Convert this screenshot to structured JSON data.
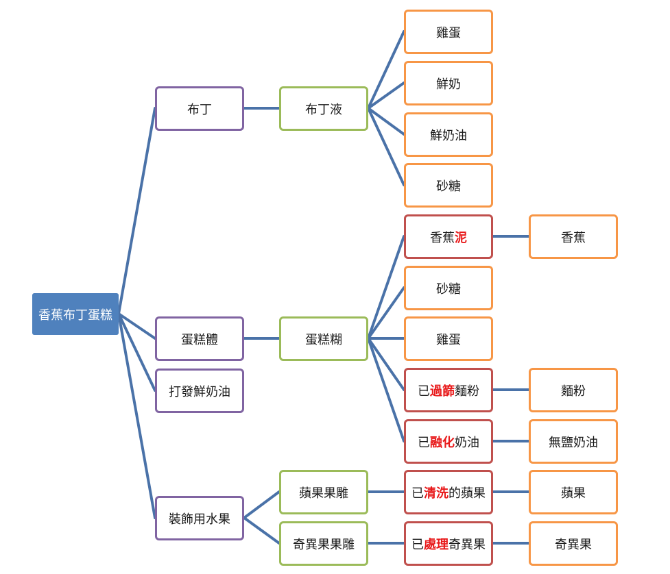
{
  "colors": {
    "connector": "#4a72a8",
    "root_fill": "#4f81bd",
    "level1_border": "#8064a2",
    "level2_border": "#9bbb59",
    "ingredient_border": "#f79646",
    "processed_border": "#c0504d",
    "highlight_text": "#e8191a"
  },
  "root": {
    "label": "香蕉布丁蛋糕"
  },
  "pudding": {
    "label": "布丁",
    "liquid": {
      "label": "布丁液",
      "ingredients": [
        "雞蛋",
        "鮮奶",
        "鮮奶油",
        "砂糖"
      ]
    }
  },
  "cake_body": {
    "label": "蛋糕體",
    "batter": {
      "label": "蛋糕糊",
      "banana_puree": {
        "pre": "香蕉",
        "hl": "泥",
        "post": "",
        "source": "香蕉"
      },
      "sugar": "砂糖",
      "egg": "雞蛋",
      "flour": {
        "pre": "已",
        "hl": "過篩",
        "post": "麵粉",
        "source": "麵粉"
      },
      "butter": {
        "pre": "已",
        "hl": "融化",
        "post": "奶油",
        "source": "無鹽奶油"
      }
    }
  },
  "whipped_cream": {
    "label": "打發鮮奶油"
  },
  "fruit": {
    "label": "裝飾用水果",
    "apple": {
      "label": "蘋果果雕",
      "processed": {
        "pre": "已",
        "hl": "清洗",
        "post": "的蘋果"
      },
      "source": "蘋果"
    },
    "kiwi": {
      "label": "奇異果果雕",
      "processed": {
        "pre": "已",
        "hl": "處理",
        "post": "奇異果"
      },
      "source": "奇異果"
    }
  }
}
